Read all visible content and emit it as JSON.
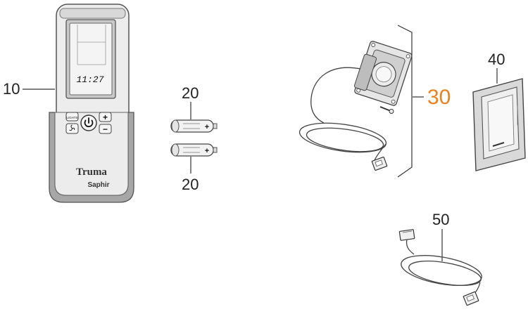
{
  "colors": {
    "highlight": "#e8811e",
    "line": "#333333",
    "device_gray": "#d6d6d6",
    "holder_gray": "#9a9a9a"
  },
  "remote": {
    "callout": "10",
    "display_time": "11:27",
    "buttons": {
      "left_top": "LIGHTS",
      "left_bottom": "fan-icon",
      "power": "power-icon",
      "plus": "+",
      "minus": "−"
    },
    "brand": "Truma",
    "model": "Saphir"
  },
  "batteries": {
    "callout_top": "20",
    "callout_bottom": "20"
  },
  "receiver": {
    "callout": "30"
  },
  "frame": {
    "callout": "40"
  },
  "cable": {
    "callout": "50"
  }
}
